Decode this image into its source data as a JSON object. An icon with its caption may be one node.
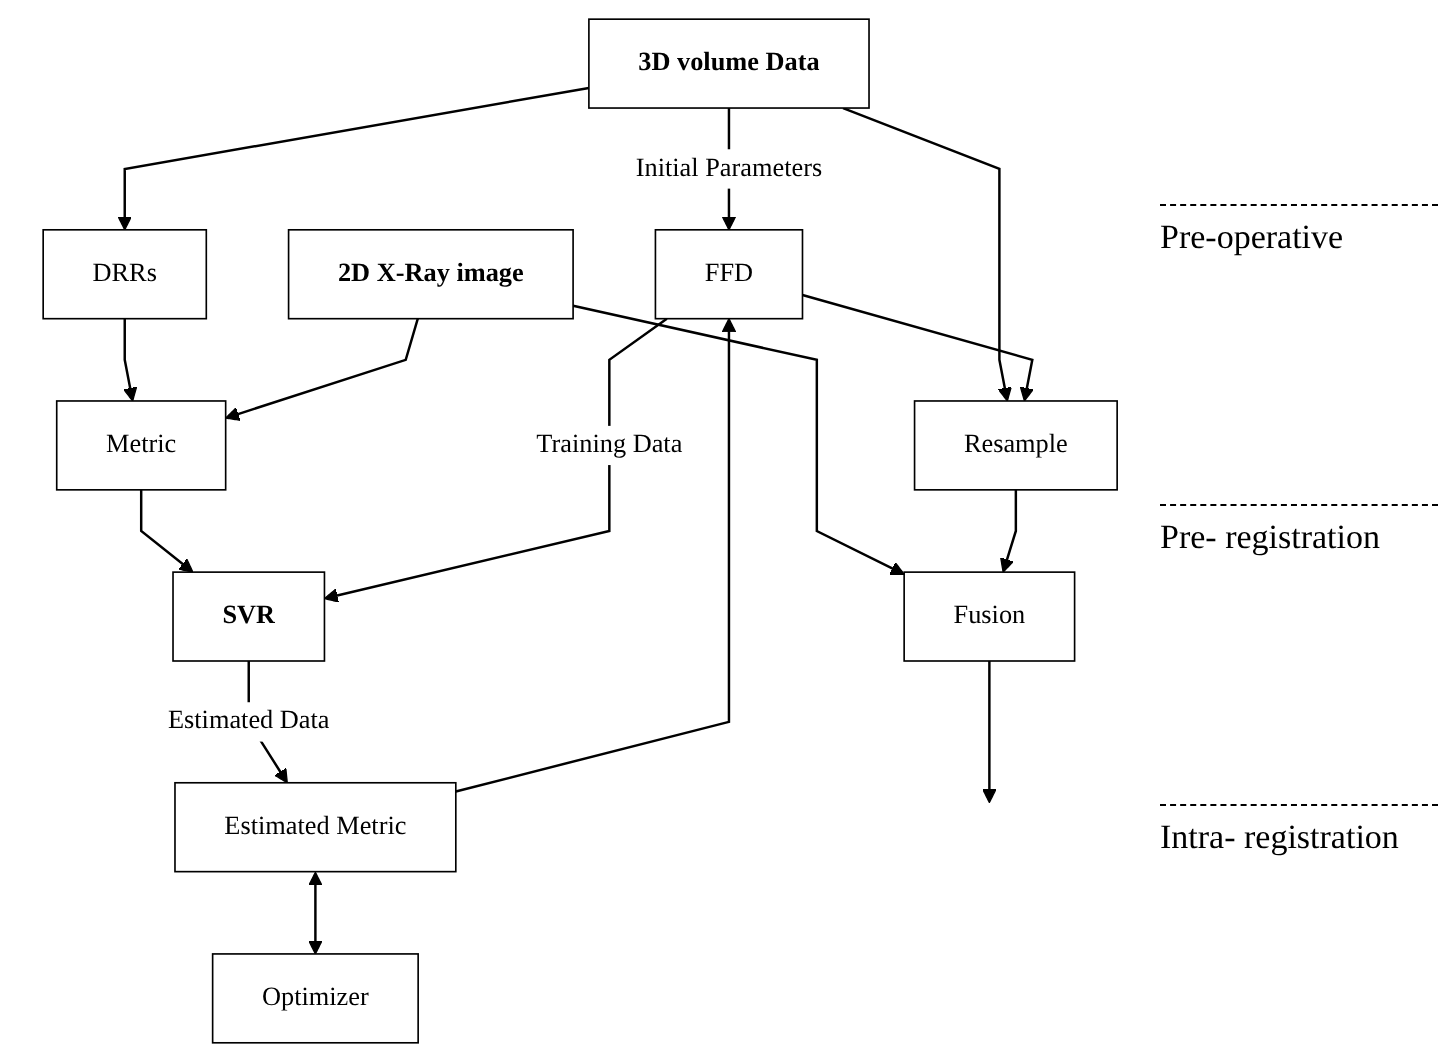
{
  "diagram": {
    "nodes": [
      {
        "text": [
          "3D volume Data"
        ]
      },
      {
        "text": [
          "DRRs"
        ]
      },
      {
        "text": [
          "Metric"
        ]
      },
      {
        "text": [
          "2D X-Ray image"
        ]
      },
      {
        "text": [
          "FFD"
        ]
      },
      {
        "text": [
          "SVR"
        ]
      },
      {
        "text": [
          "Estimated Metric"
        ]
      },
      {
        "text": [
          "Optimizer"
        ]
      },
      {
        "text": [
          "Resample"
        ]
      },
      {
        "text": [
          "Fusion"
        ]
      }
    ],
    "edges": [
      {
        "from": 0,
        "to": 4,
        "arrow": "to",
        "label": "Initial Parameters"
      },
      {
        "from": 0,
        "to": 1,
        "arrow": "to"
      },
      {
        "from": 0,
        "to": 8,
        "arrow": "to"
      },
      {
        "from": 1,
        "to": 2,
        "arrow": "to"
      },
      {
        "from": 3,
        "to": 2,
        "arrow": "to"
      },
      {
        "from": 2,
        "to": 5,
        "arrow": "to"
      },
      {
        "from": 4,
        "to": 5,
        "arrow": "to",
        "label": "Training Data"
      },
      {
        "from": 5,
        "to": 6,
        "arrow": "to",
        "label": "Estimated Data"
      },
      {
        "from": 6,
        "to": 4,
        "arrow": "to"
      },
      {
        "from": 6,
        "to": 7,
        "arrow": "both"
      },
      {
        "from": 3,
        "to": 9,
        "arrow": "to"
      },
      {
        "from": 4,
        "to": 8,
        "arrow": "to"
      },
      {
        "from": 8,
        "to": 9,
        "arrow": "to"
      },
      {
        "from": 9,
        "to": null,
        "arrow": "to"
      }
    ],
    "labels": [
      "Pre-operative",
      "Pre- registration",
      "Intra- registration"
    ]
  }
}
